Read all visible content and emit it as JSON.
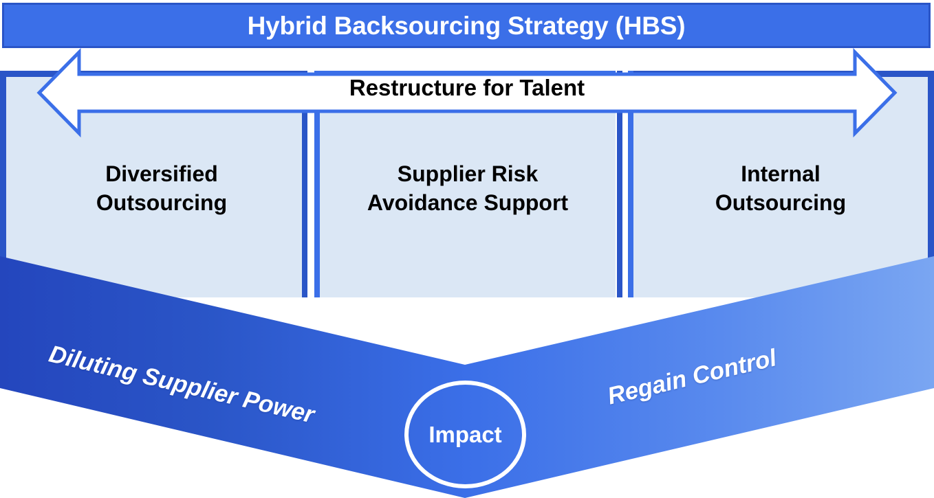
{
  "header": {
    "title": "Hybrid Backsourcing Strategy (HBS)",
    "background_color": "#3b6fe8",
    "text_color": "#ffffff"
  },
  "arrow": {
    "label": "Restructure for Talent",
    "direction": "double-headed-horizontal",
    "fill_color": "#ffffff",
    "outline_color": "#3b6fe8"
  },
  "pillars": [
    {
      "label": "Diversified\nOutsourcing",
      "fill_color": "#dbe7f5",
      "text_color": "#000000"
    },
    {
      "label": "Supplier Risk\nAvoidance Support",
      "fill_color": "#dbe7f5",
      "text_color": "#000000"
    },
    {
      "label": "Internal\nOutsourcing",
      "fill_color": "#dbe7f5",
      "text_color": "#000000"
    }
  ],
  "chevron": {
    "left_caption": "Diluting Supplier Power",
    "right_caption": "Regain Control",
    "gradient_start": "#2446bd",
    "gradient_mid": "#3b6fe8",
    "gradient_end": "#7aa6f2",
    "caption_color": "#ffffff"
  },
  "impact": {
    "label": "Impact",
    "outline_color": "#ffffff",
    "text_color": "#ffffff"
  },
  "icons": {
    "arrow_left_head": "arrow-left-icon",
    "arrow_right_head": "arrow-right-icon",
    "chevron_down": "chevron-down-icon"
  }
}
